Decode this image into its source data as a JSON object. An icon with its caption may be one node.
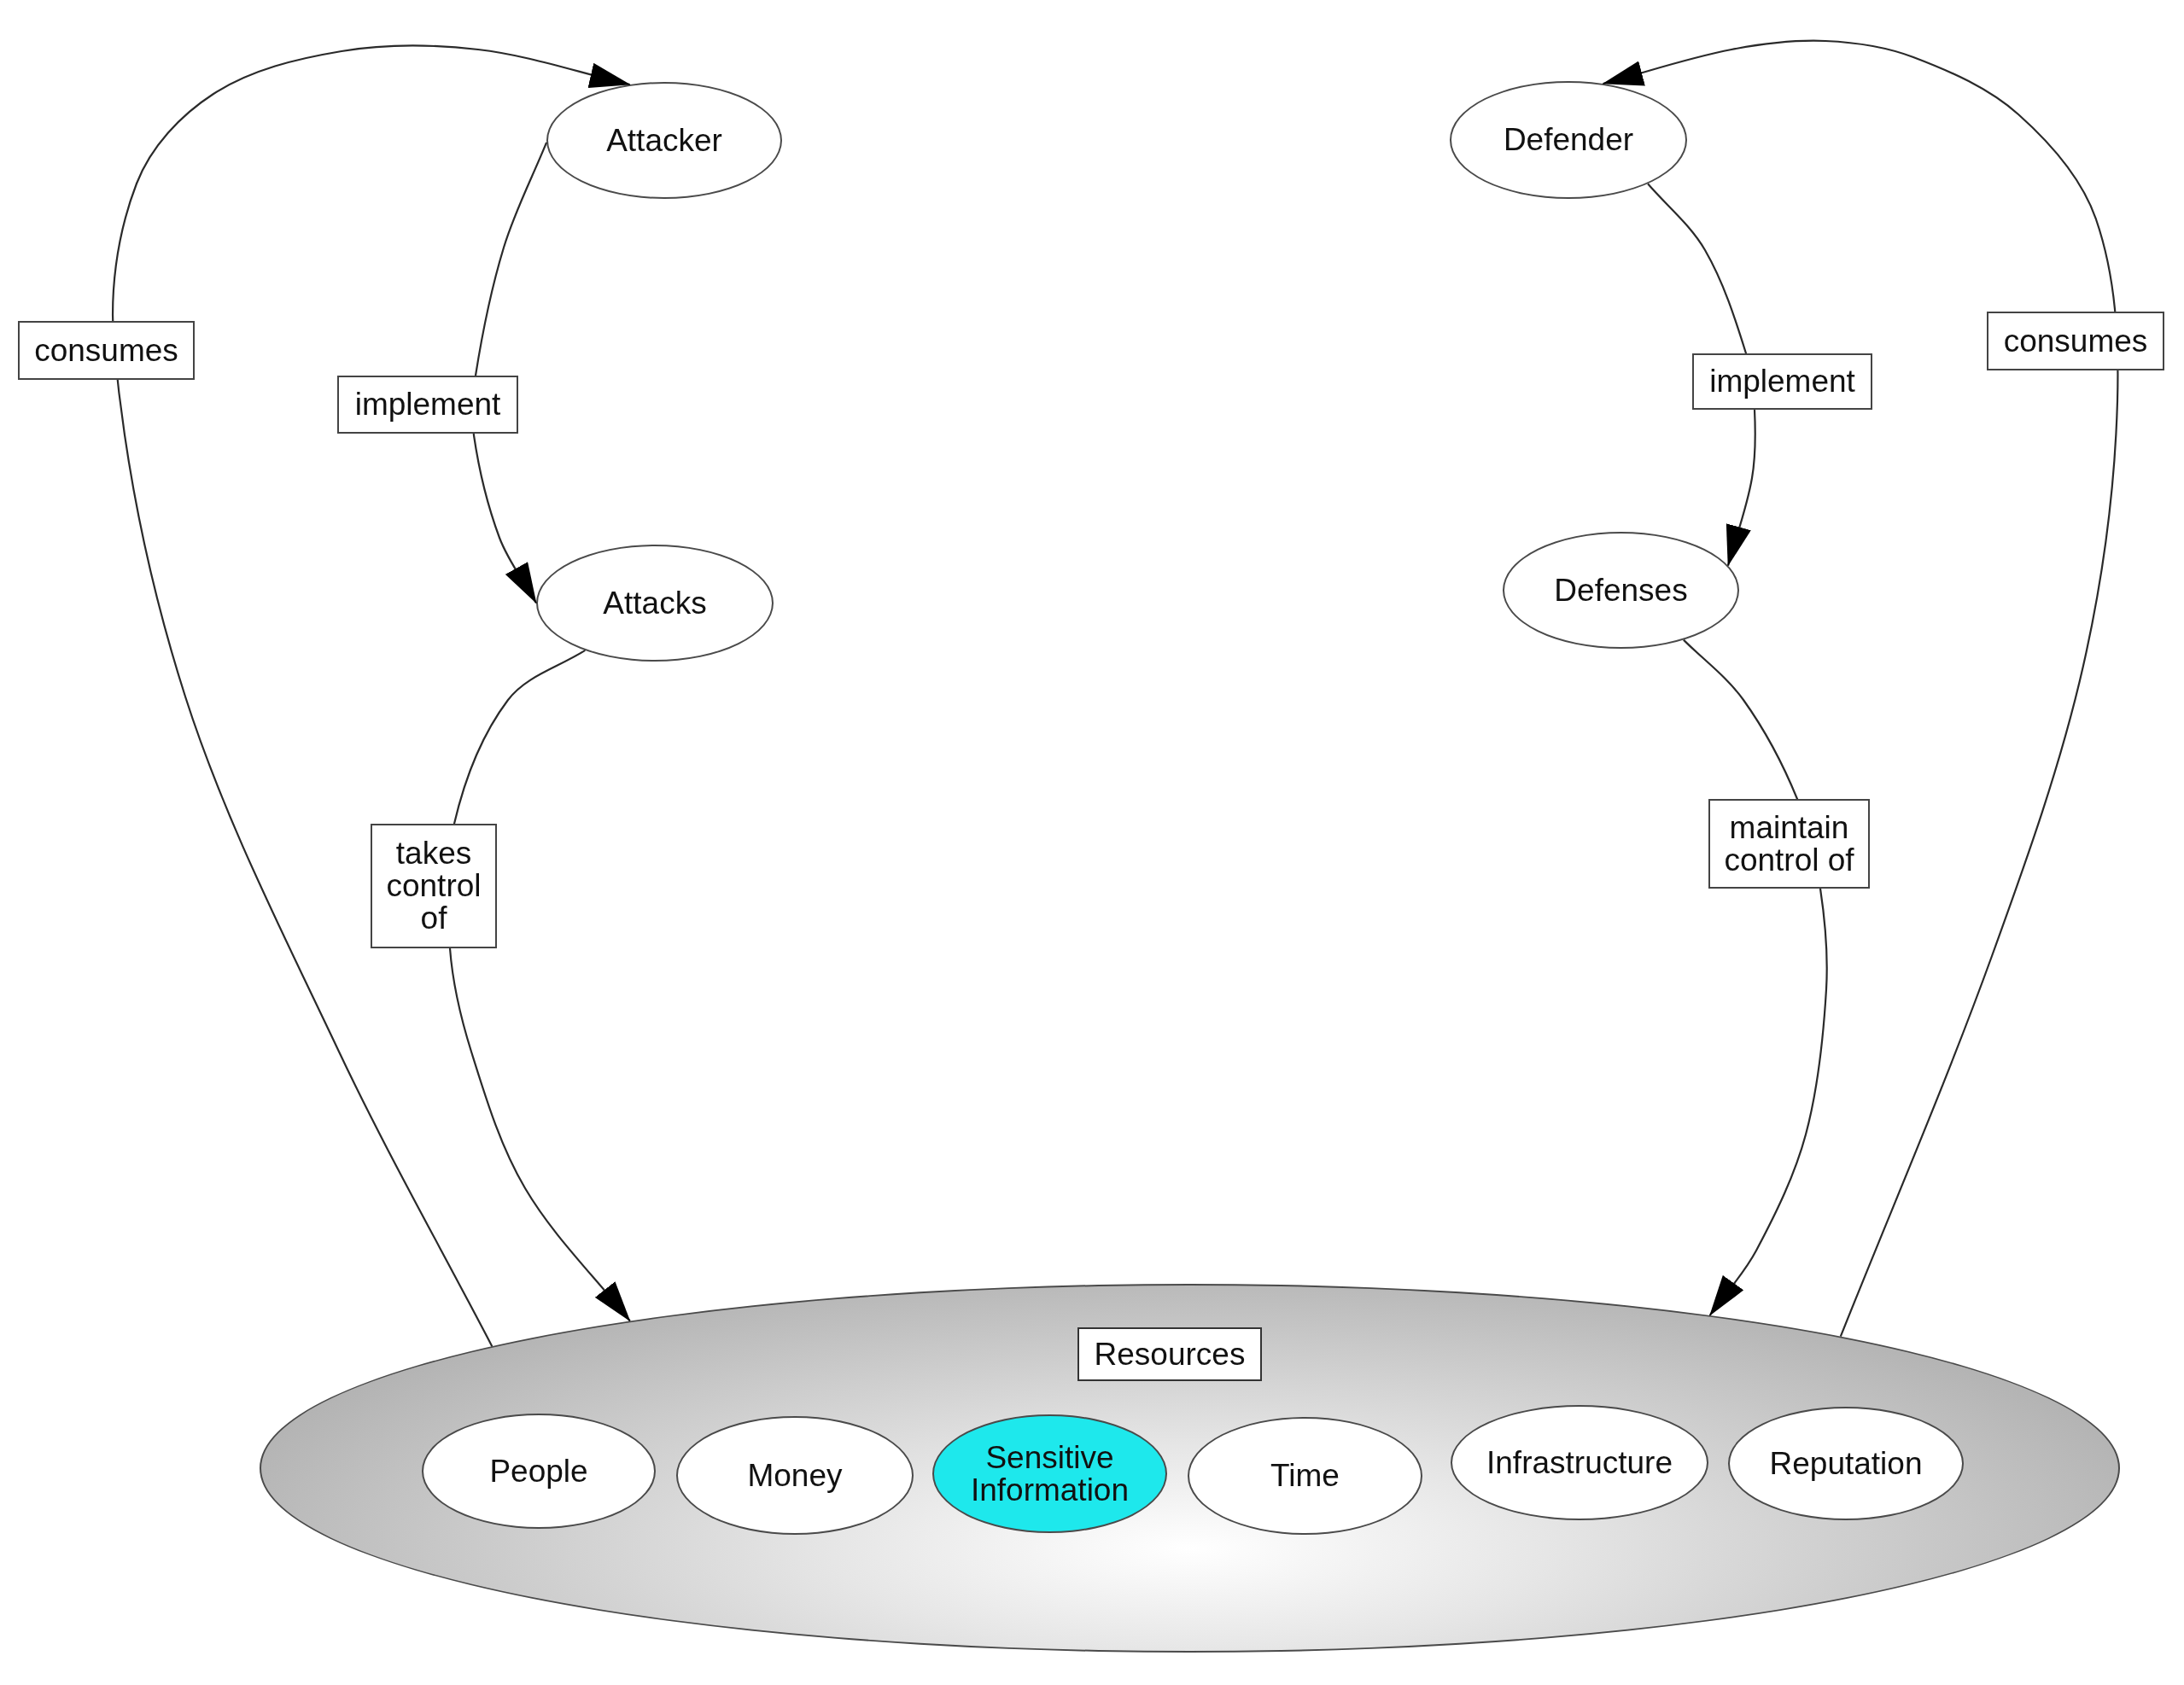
{
  "diagram": {
    "nodes": [
      {
        "text": [
          "Attacker"
        ]
      },
      {
        "text": [
          "Defender"
        ]
      },
      {
        "text": [
          "Attacks"
        ]
      },
      {
        "text": [
          "Defenses"
        ]
      },
      {
        "text": [
          "Resources"
        ]
      },
      {
        "text": [
          "People"
        ],
        "in": 4
      },
      {
        "text": [
          "Money"
        ],
        "in": 4
      },
      {
        "text": [
          "Sensitive Information"
        ],
        "in": 4
      },
      {
        "text": [
          "Time"
        ],
        "in": 4
      },
      {
        "text": [
          "Infrastructure"
        ],
        "in": 4
      },
      {
        "text": [
          "Reputation"
        ],
        "in": 4
      }
    ],
    "edges": [
      {
        "from": 0,
        "to": 2,
        "label": "implement",
        "arrow": "to"
      },
      {
        "from": 2,
        "to": 4,
        "label": "takes control of",
        "arrow": "to"
      },
      {
        "from": 4,
        "to": 0,
        "label": "consumes",
        "arrow": "to"
      },
      {
        "from": 1,
        "to": 3,
        "label": "implement",
        "arrow": "to"
      },
      {
        "from": 3,
        "to": 4,
        "label": "maintain control of",
        "arrow": "to"
      },
      {
        "from": 4,
        "to": 1,
        "label": "consumes",
        "arrow": "to"
      }
    ]
  }
}
